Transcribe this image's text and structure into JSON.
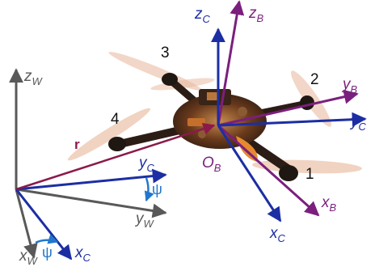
{
  "colors": {
    "world": "#595959",
    "camera": "#1c2ea3",
    "body": "#7b1f7e",
    "position": "#8b1a4a",
    "angle": "#2277cc",
    "drone_frame": "#3a2417",
    "propeller": "#e8b59a"
  },
  "labels": {
    "z_world": {
      "base": "z",
      "sub": "W"
    },
    "y_world": {
      "base": "y",
      "sub": "W"
    },
    "x_world": {
      "base": "x",
      "sub": "W"
    },
    "y_camera_world": {
      "base": "y",
      "sub": "C"
    },
    "x_camera_world": {
      "base": "x",
      "sub": "C"
    },
    "psi_upper": "ψ",
    "psi_lower": "ψ",
    "position_vector": "r",
    "z_camera": {
      "base": "z",
      "sub": "C"
    },
    "z_body": {
      "base": "z",
      "sub": "B"
    },
    "y_body": {
      "base": "y",
      "sub": "B"
    },
    "y_camera": {
      "base": "y",
      "sub": "C"
    },
    "x_body": {
      "base": "x",
      "sub": "B"
    },
    "x_camera": {
      "base": "x",
      "sub": "C"
    },
    "origin_body": {
      "base": "O",
      "sub": "B"
    },
    "rotor_1": "1",
    "rotor_2": "2",
    "rotor_3": "3",
    "rotor_4": "4"
  }
}
